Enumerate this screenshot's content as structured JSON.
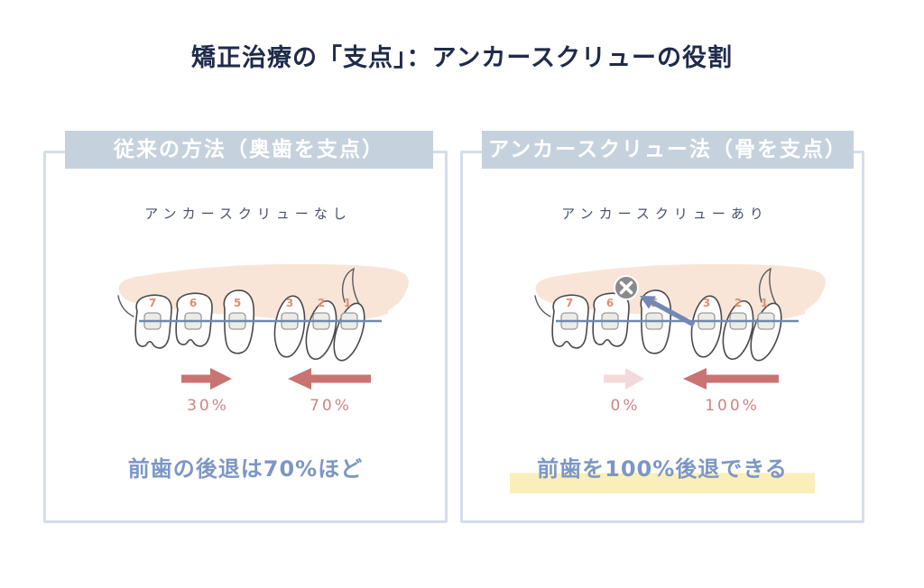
{
  "title": "矯正治療の「支点」：アンカースクリューの役割",
  "illustration": {
    "tooth_numbers": [
      "7",
      "6",
      "5",
      "3",
      "2",
      "1"
    ],
    "anchor_screw_icon": "x-circle-icon"
  },
  "panels": [
    {
      "header": "従来の方法（奥歯を支点）",
      "subtitle": "アンカースクリューなし",
      "forward_arrow_label": "30%",
      "backward_arrow_label": "70%",
      "statement": "前歯の後退は70%ほど"
    },
    {
      "header": "アンカースクリュー法（骨を支点）",
      "subtitle": "アンカースクリューあり",
      "forward_arrow_label": "0%",
      "backward_arrow_label": "100%",
      "statement": "前歯を100%後退できる"
    }
  ],
  "colors": {
    "title_text": "#1f2b4a",
    "header_background": "#c5d2dd",
    "header_text": "#ffffff",
    "panel_border": "#d4dee9",
    "subtitle_text": "#44506a",
    "gum": "#f8e5d7",
    "tooth_outline": "#4a4a4a",
    "tooth_number": "#de8f75",
    "wire_blue": "#7189ae",
    "arrow_red": "#c97373",
    "arrow_faded_pink": "#f3d9d9",
    "percent_label": "#cf8484",
    "statement_text": "#7c97c4",
    "highlight_yellow": "#faeeb9",
    "anchor_screw_gray": "#8a8a8a",
    "pull_arrow_blue": "#7388b4"
  }
}
